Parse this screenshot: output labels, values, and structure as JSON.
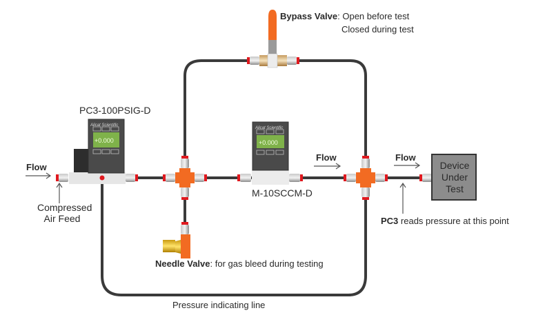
{
  "labels": {
    "bypass_valve_title": "Bypass Valve",
    "bypass_valve_line1": ": Open before test",
    "bypass_valve_line2": "Closed during test",
    "pressure_controller_model": "PC3-100PSIG-D",
    "flow_meter_model": "M-10SCCM-D",
    "flow_left": "Flow",
    "flow_middle": "Flow",
    "flow_right": "Flow",
    "compressed_air_line1": "Compressed",
    "compressed_air_line2": "Air Feed",
    "device_under_test_line1": "Device",
    "device_under_test_line2": "Under",
    "device_under_test_line3": "Test",
    "pc3_title": "PC3",
    "pc3_text": " reads pressure at this point",
    "needle_valve_title": "Needle Valve",
    "needle_valve_text": ": for gas bleed during testing",
    "pressure_line": "Pressure indicating line"
  },
  "devices": {
    "pc3": {
      "brand": "Alicat Scientific",
      "reading": "+0.000",
      "display_color": "#7fb24a"
    },
    "meter": {
      "brand": "Alicat Scientific",
      "reading": "+0.000",
      "display_color": "#7fb24a"
    }
  },
  "colors": {
    "fitting_orange": "#f26b22",
    "tube": "#3a3a3a",
    "ferrule_red": "#e0191f",
    "device_box": "#8c8c8c"
  }
}
